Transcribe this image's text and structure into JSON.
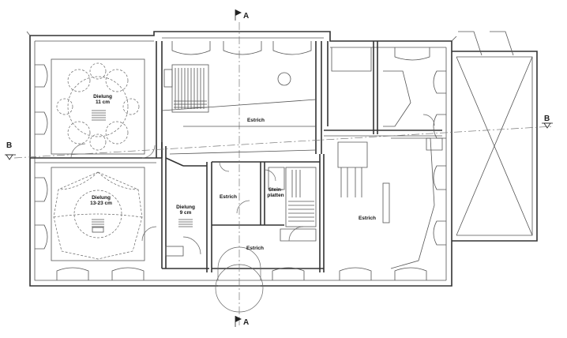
{
  "rooms": {
    "dielung_11": {
      "line1": "Dielung",
      "line2": "11 cm"
    },
    "dielung_13_23": {
      "line1": "Dielung",
      "line2": "13-23 cm"
    },
    "dielung_9": {
      "line1": "Dielung",
      "line2": "9 cm"
    },
    "estrich_top": {
      "line1": "Estrich"
    },
    "estrich_mid": {
      "line1": "Estrich"
    },
    "estrich_bottom": {
      "line1": "Estrich"
    },
    "estrich_east": {
      "line1": "Estrich"
    },
    "steinplatten": {
      "line1": "Stein-",
      "line2": "platten"
    }
  },
  "section_markers": {
    "a_top": "A",
    "a_bottom": "A",
    "b_left": "B",
    "b_right": "B"
  }
}
